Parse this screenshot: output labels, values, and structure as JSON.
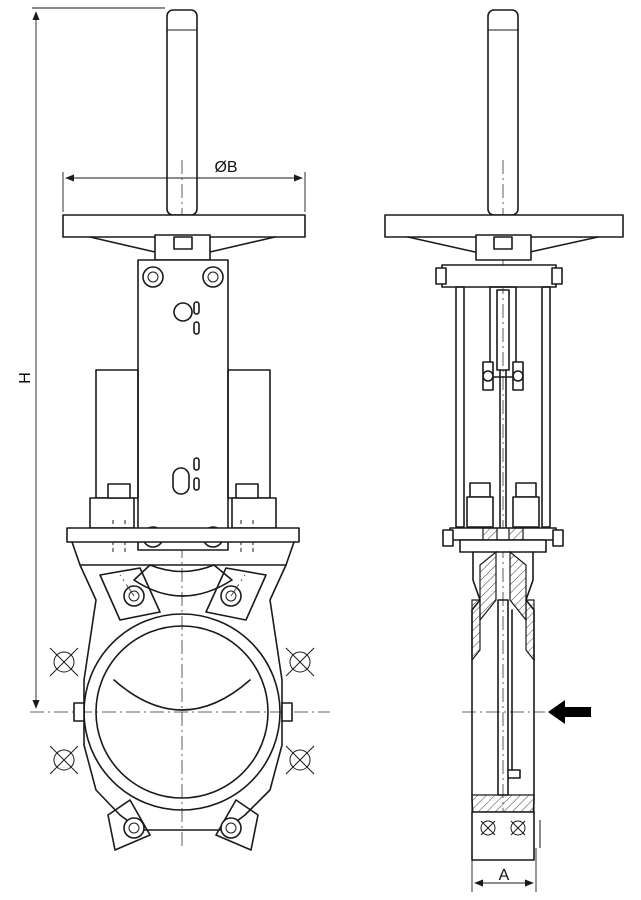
{
  "diagram": {
    "dimension_labels": {
      "height": "H",
      "flange_diameter": "ØB",
      "width": "A"
    },
    "colors": {
      "line": "#1a1a1a",
      "background": "#ffffff",
      "arrow": "#000000"
    }
  }
}
